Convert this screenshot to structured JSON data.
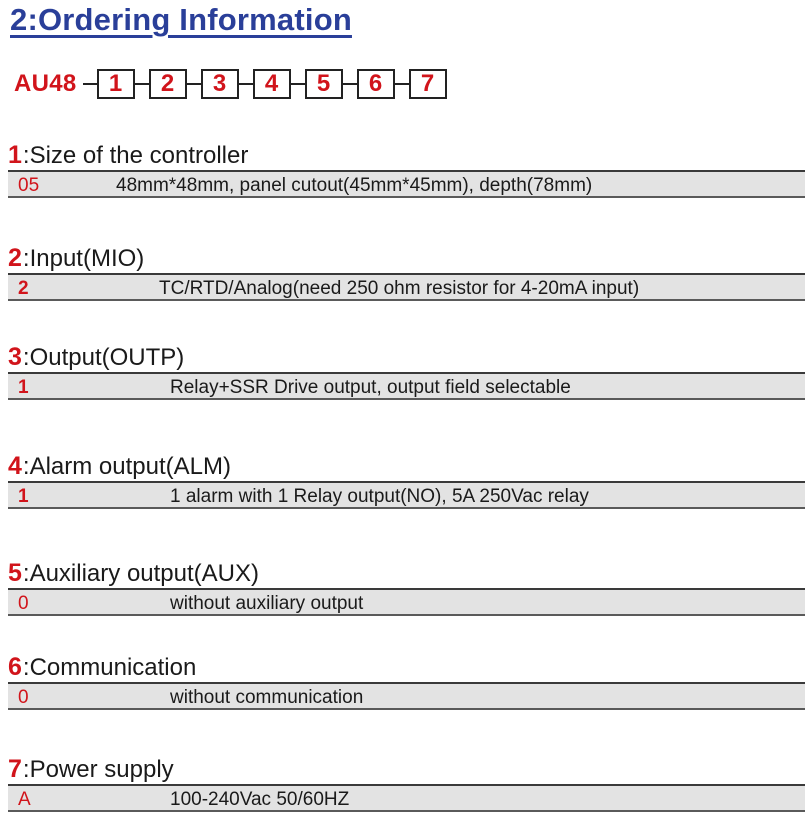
{
  "title": "2:Ordering Information",
  "model": {
    "prefix": "AU48",
    "slots": [
      "1",
      "2",
      "3",
      "4",
      "5",
      "6",
      "7"
    ]
  },
  "sections": [
    {
      "num": "1",
      "label": "Size of the controller",
      "code": "05",
      "desc": "48mm*48mm, panel cutout(45mm*45mm), depth(78mm)"
    },
    {
      "num": "2",
      "label": "Input(MIO)",
      "code": "2",
      "desc": "TC/RTD/Analog(need 250 ohm resistor for 4-20mA input)"
    },
    {
      "num": "3",
      "label": "Output(OUTP)",
      "code": "1",
      "desc": "Relay+SSR Drive output, output field selectable"
    },
    {
      "num": "4",
      "label": "Alarm output(ALM)",
      "code": "1",
      "desc": "1 alarm with 1 Relay output(NO), 5A 250Vac relay"
    },
    {
      "num": "5",
      "label": "Auxiliary output(AUX)",
      "code": "0",
      "desc": "without auxiliary output"
    },
    {
      "num": "6",
      "label": "Communication",
      "code": "0",
      "desc": "without communication"
    },
    {
      "num": "7",
      "label": "Power supply",
      "code": "A",
      "desc": "100-240Vac 50/60HZ"
    }
  ],
  "colors": {
    "title": "#2a3f99",
    "accent": "#d1141b",
    "bar": "#e3e3e3"
  }
}
